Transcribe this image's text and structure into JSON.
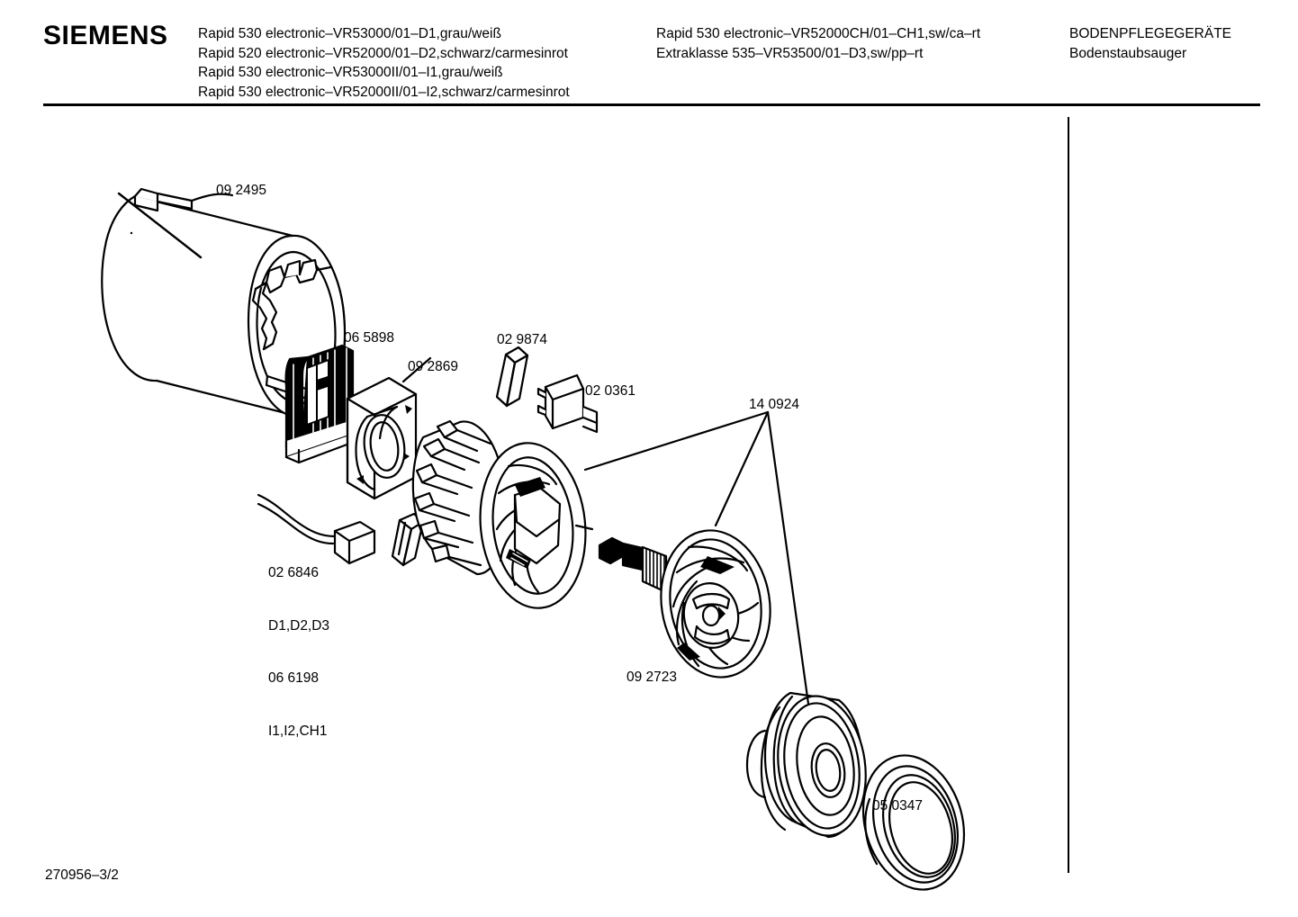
{
  "header": {
    "brand": "SIEMENS",
    "models_left": [
      "Rapid 530 electronic–VR53000/01–D1,grau/weiß",
      "Rapid 520 electronic–VR52000/01–D2,schwarz/carmesinrot",
      "Rapid 530 electronic–VR53000II/01–I1,grau/weiß",
      "Rapid 530 electronic–VR52000II/01–I2,schwarz/carmesinrot"
    ],
    "models_mid": [
      "Rapid 530 electronic–VR52000CH/01–CH1,sw/ca–rt",
      "Extraklasse 535–VR53500/01–D3,sw/pp–rt"
    ],
    "department": "BODENPFLEGEGERÄTE",
    "department_sub": "Bodenstaubsauger"
  },
  "footer": {
    "sheet_number": "270956–3/2"
  },
  "parts": {
    "motor_housing": "09 2495",
    "brush_holder": "06 5898",
    "bearing_bracket": "09 2869",
    "pin": "02 9874",
    "connector": "02 0361",
    "fan_housing": "14 0924",
    "cable_line1": "02 6846",
    "cable_line2": "D1,D2,D3",
    "cable_line3": "06 6198",
    "cable_line4": "I1,I2,CH1",
    "impeller": "09 2723",
    "seal_ring": "05 0347"
  },
  "colors": {
    "ink": "#000000",
    "paper": "#ffffff"
  }
}
